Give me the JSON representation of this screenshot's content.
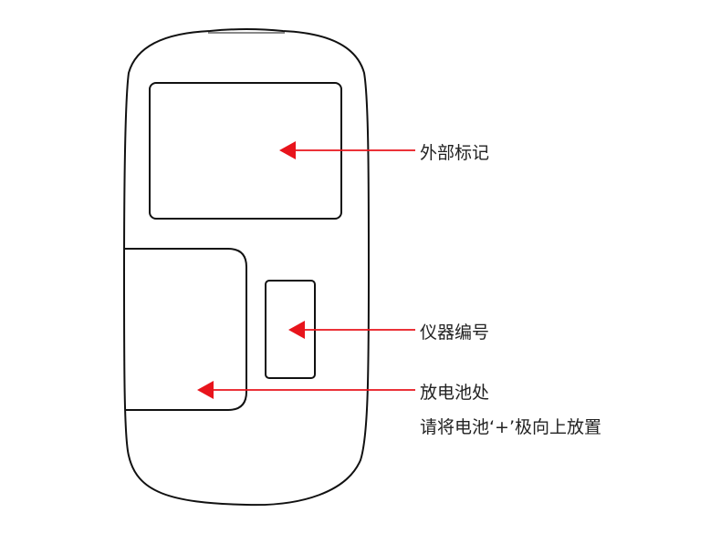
{
  "labels": {
    "external_mark": "外部标记",
    "device_number": "仪器编号",
    "battery_place": "放电池处",
    "battery_instruction": "请将电池‘+’极向上放置"
  },
  "colors": {
    "outline": "#111111",
    "arrow": "#e8141c",
    "text": "#222222",
    "background": "#ffffff"
  }
}
